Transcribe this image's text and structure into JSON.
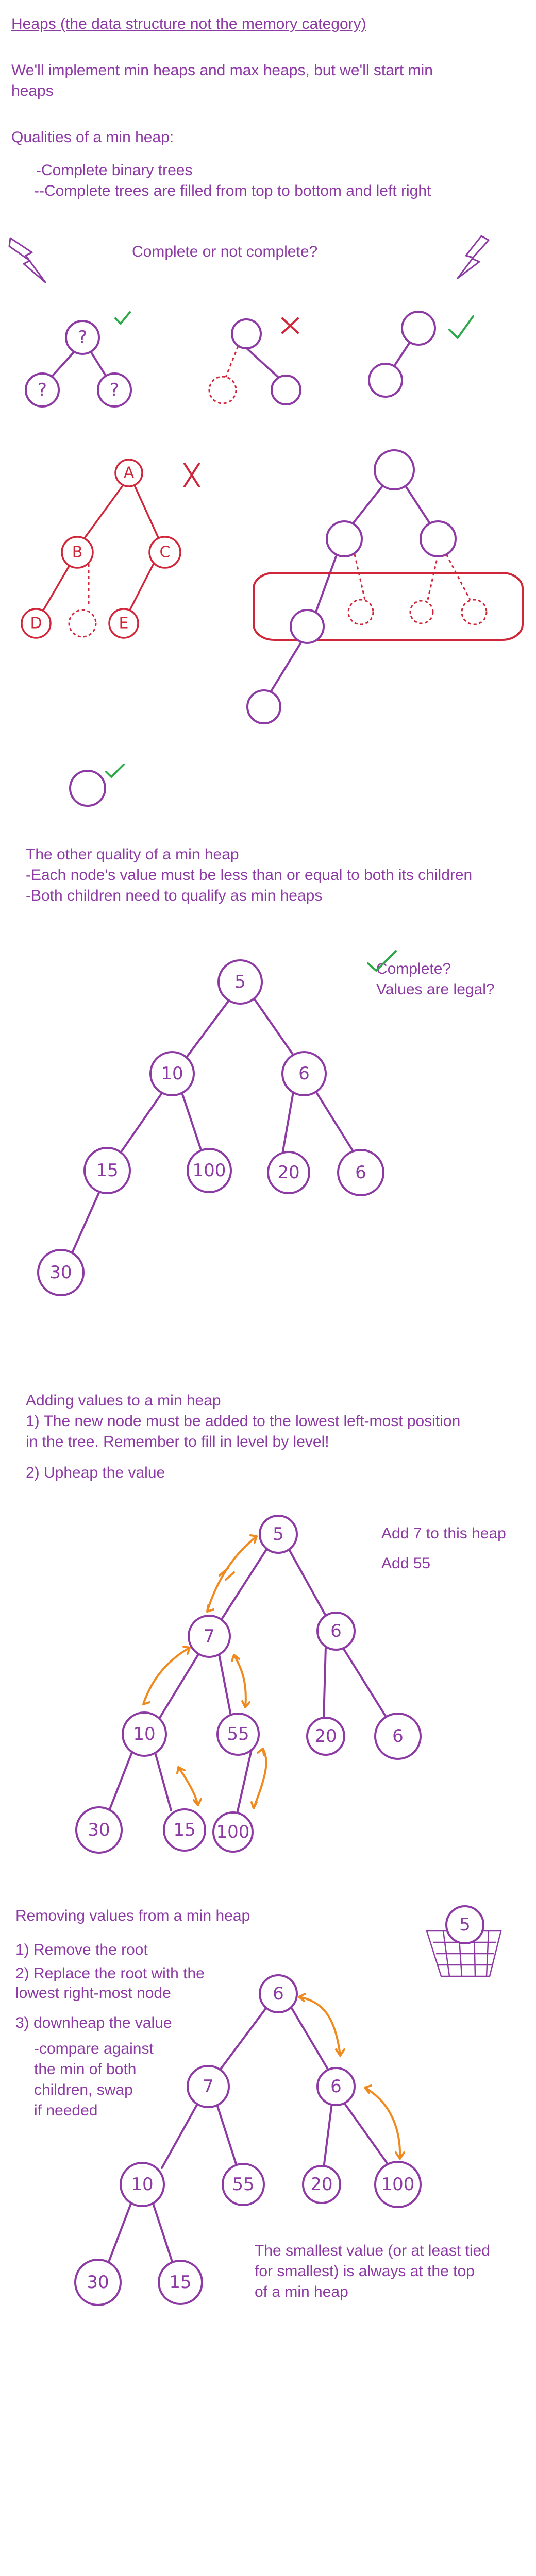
{
  "text": {
    "title": "Heaps (the data structure not the memory category)",
    "intro_line1": "We'll implement min heaps and max heaps, but we'll start min",
    "intro_line2": "heaps",
    "qualities_heading": "Qualities of a min heap:",
    "quality_1": "-Complete binary trees",
    "quality_2": "--Complete trees are filled from top to bottom and left right",
    "complete_question": "Complete or not complete?",
    "other_quality": "The other quality of a min heap",
    "rule_1": "-Each node's value must be less than or equal to both its children",
    "rule_2": "-Both children need to qualify as min heaps",
    "check_question_1": "Complete?",
    "check_question_2": "Values are legal?",
    "adding_heading": "Adding values to a min heap",
    "adding_step1a": "1) The new node must be added to the lowest left-most position",
    "adding_step1b": "in the tree. Remember to fill in level by level!",
    "adding_step2": "2) Upheap the value",
    "add_note_1": "Add 7 to this heap",
    "add_note_2": "Add 55",
    "removing_heading": "Removing values from a min heap",
    "remove_step1": "1) Remove the root",
    "remove_step2a": "2) Replace the root with the",
    "remove_step2b": "lowest right-most node",
    "remove_step3": "3) downheap the value",
    "remove_sub1": "-compare against",
    "remove_sub2": "the min of both",
    "remove_sub3": "children, swap",
    "remove_sub4": "if needed",
    "smallest_1": "The smallest value (or at least tied",
    "smallest_2": "for smallest) is always at the top",
    "smallest_3": "of a min heap"
  },
  "tree_labels": {
    "unknown": "?",
    "a": "A",
    "b": "B",
    "c": "C",
    "d": "D",
    "e": "E"
  },
  "heap_example": {
    "root": "5",
    "l": "10",
    "r": "6",
    "ll": "15",
    "lr": "100",
    "rl": "20",
    "rr": "6",
    "lll": "30"
  },
  "heap_add": {
    "root": "5",
    "l": "7",
    "r": "6",
    "ll": "10",
    "lr": "55",
    "rl": "20",
    "rr": "6",
    "lll": "30",
    "llr": "15",
    "lrl": "100"
  },
  "heap_remove": {
    "removed": "5",
    "root": "6",
    "l": "7",
    "r": "6",
    "ll": "10",
    "lr": "55",
    "rl": "20",
    "rr": "100",
    "lll": "30",
    "llr": "15"
  },
  "colors": {
    "text": "#8e3aa5",
    "error": "#d1263a",
    "ok": "#2ea84a",
    "swap_arrow": "#f08a1e"
  }
}
